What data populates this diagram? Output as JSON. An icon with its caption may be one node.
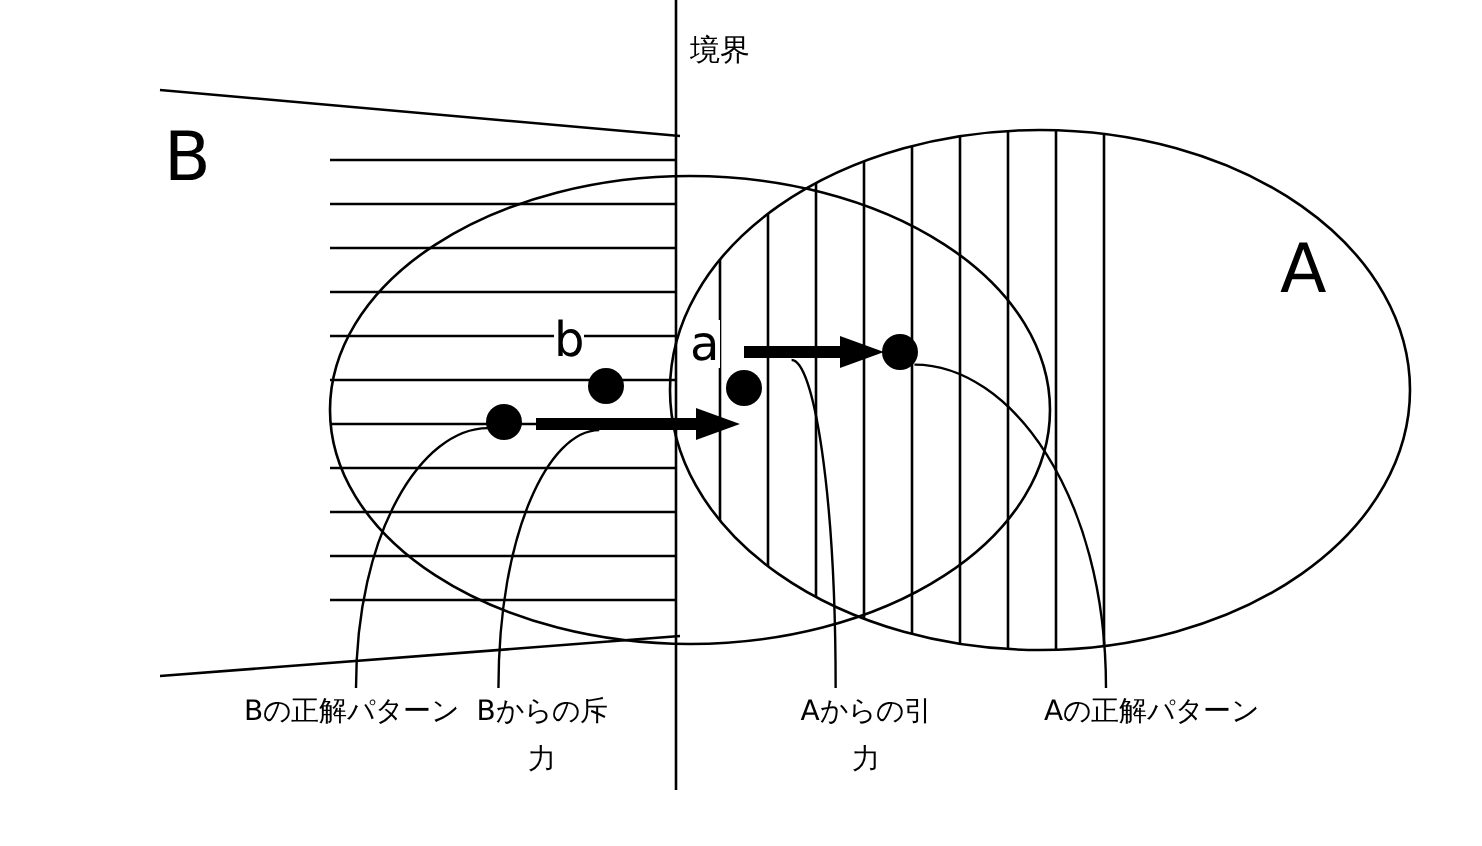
{
  "diagram": {
    "nodes": [
      {
        "text": [],
        "shape": "circle"
      },
      {
        "text": [],
        "shape": "arrow"
      },
      {
        "text": [],
        "shape": "circle",
        "beside": [
          "b"
        ]
      },
      {
        "text": [],
        "shape": "circle",
        "beside": [
          "a"
        ]
      },
      {
        "text": [],
        "shape": "circle"
      },
      {
        "text": [],
        "shape": "arrow"
      },
      {
        "text": [
          "Bの正解パターン"
        ]
      },
      {
        "text": [
          "Bからの斥力"
        ]
      },
      {
        "text": [
          "Aからの引力"
        ]
      },
      {
        "text": [
          "Aの正解パターン"
        ]
      }
    ],
    "edges": [
      {
        "from": 6,
        "to": 4,
        "arrow": "none"
      },
      {
        "from": 7,
        "to": 5,
        "arrow": "none"
      },
      {
        "from": 8,
        "to": 1,
        "arrow": "none"
      },
      {
        "from": 9,
        "to": 0,
        "arrow": "none"
      }
    ],
    "labels": [
      "境界",
      "B",
      "A"
    ]
  }
}
